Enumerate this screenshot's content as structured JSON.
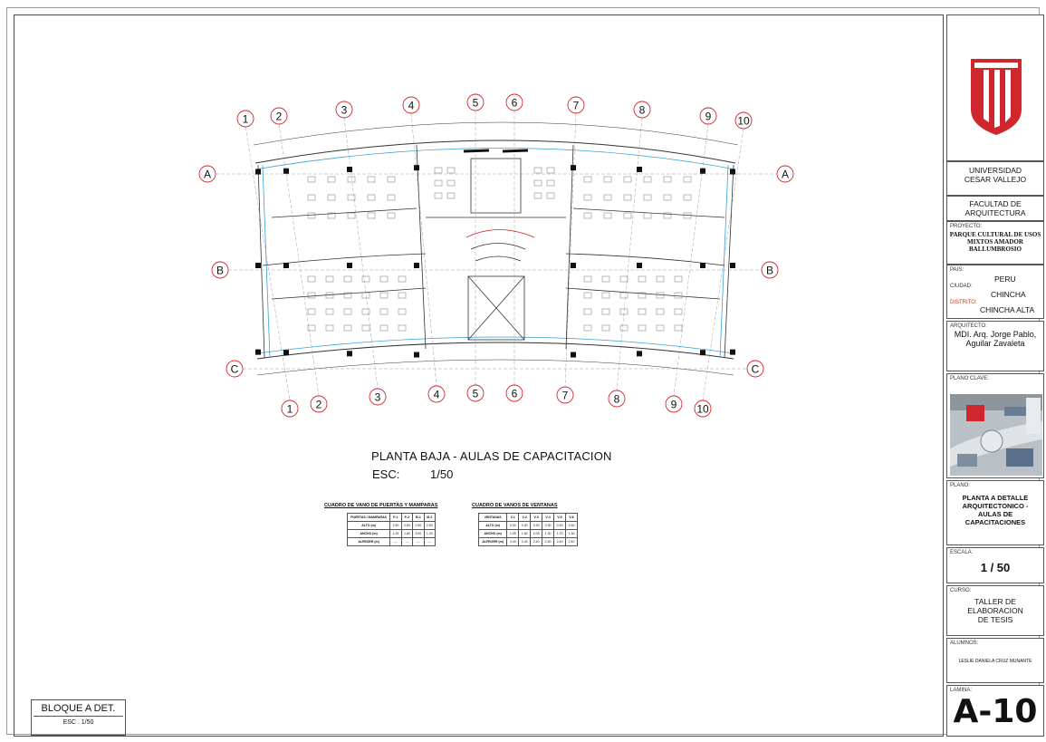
{
  "drawing": {
    "title": "PLANTA BAJA - AULAS DE CAPACITACION",
    "esc_label": "ESC:",
    "esc_value": "1/50",
    "axes_numbers": [
      "1",
      "2",
      "3",
      "4",
      "5",
      "6",
      "7",
      "8",
      "9",
      "10"
    ],
    "axes_letters": [
      "A",
      "B",
      "C"
    ]
  },
  "schedule_doors": {
    "title": "CUADRO DE VANO DE PUERTAS Y MAMPARAS",
    "rows": [
      [
        "PUERTAS / MAMPARAS",
        "P-1",
        "P-2",
        "M-1",
        "M-2"
      ],
      [
        "ALTO (m)",
        "2.50",
        "2.50",
        "2.50",
        "2.50"
      ],
      [
        "ANCHO (m)",
        "1.25",
        "1.60",
        "3.00",
        "1.30"
      ],
      [
        "ALFEIZER (m)",
        "---",
        "---",
        "---",
        "---"
      ]
    ]
  },
  "schedule_windows": {
    "title": "CUADRO DE VANOS DE VENTANAS",
    "rows": [
      [
        "VENTANAS",
        "V-1",
        "V-2",
        "V-3",
        "V-4",
        "V-5",
        "V-6"
      ],
      [
        "ALTO (m)",
        "0.30",
        "0.30",
        "0.30",
        "0.30",
        "0.30",
        "0.30"
      ],
      [
        "ANCHO (m)",
        "1.05",
        "1.60",
        "2.05",
        "1.30",
        "1.70",
        "1.30"
      ],
      [
        "ALFEIZER (m)",
        "2.40",
        "2.40",
        "2.40",
        "2.40",
        "2.40",
        "2.40"
      ]
    ]
  },
  "block": {
    "title": "BLOQUE A DET.",
    "scale": "ESC . 1/50"
  },
  "title_block": {
    "university": "UNIVERSIDAD CESAR VALLEJO",
    "faculty": "FACULTAD DE ARQUITECTURA",
    "project_label": "PROYECTO:",
    "project": "PARQUE CULTURAL DE USOS MIXTOS AMADOR BALLUMBROSIO",
    "country_label": "PAIS:",
    "country": "PERU",
    "city_label": "CIUDAD:",
    "city": "CHINCHA",
    "district_label": "DISTRITO:",
    "district": "CHINCHA ALTA",
    "architect_label": "ARQUITECTO:",
    "architect": "MDI. Arq. Jorge Pablo, Aguilar Zavaleta",
    "key_plan_label": "PLANO CLAVE:",
    "plan_label": "PLANO:",
    "plan": "PLANTA A DETALLE ARQUITECTONICO - AULAS DE CAPACITACIONES",
    "scale_label": "ESCALA:",
    "scale": "1 / 50",
    "course_label": "CURSO:",
    "course": "TALLER DE ELABORACION DE TESIS",
    "students_label": "ALUMNOS:",
    "students": "LESLIE DANIELA CRUZ MUNANTE",
    "sheet_label": "LAMINA:",
    "sheet": "A-10"
  },
  "colors": {
    "accent": "#d0262d",
    "blue_line": "#3aa0d8",
    "line": "#333333"
  }
}
